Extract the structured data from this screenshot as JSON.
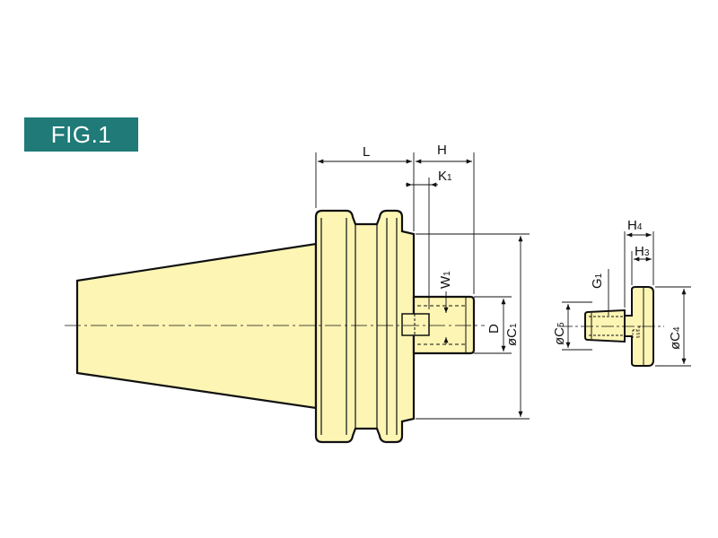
{
  "figure": {
    "badge": "FIG.1"
  },
  "labels": {
    "L": "L",
    "H": "H",
    "K": "K",
    "K_sub": "1",
    "W": "W",
    "W_sub": "1",
    "D": "D",
    "C1": "øC",
    "C1_sub": "1",
    "H4": "H",
    "H4_sub": "4",
    "H3": "H",
    "H3_sub": "3",
    "G1": "G",
    "G1_sub": "1",
    "C5": "øC",
    "C5_sub": "5",
    "C4": "øC",
    "C4_sub": "4"
  },
  "colors": {
    "body_fill": "#fdf5b4",
    "outline": "#111111",
    "badge_bg": "#1f7a78",
    "badge_text": "#ffffff"
  }
}
